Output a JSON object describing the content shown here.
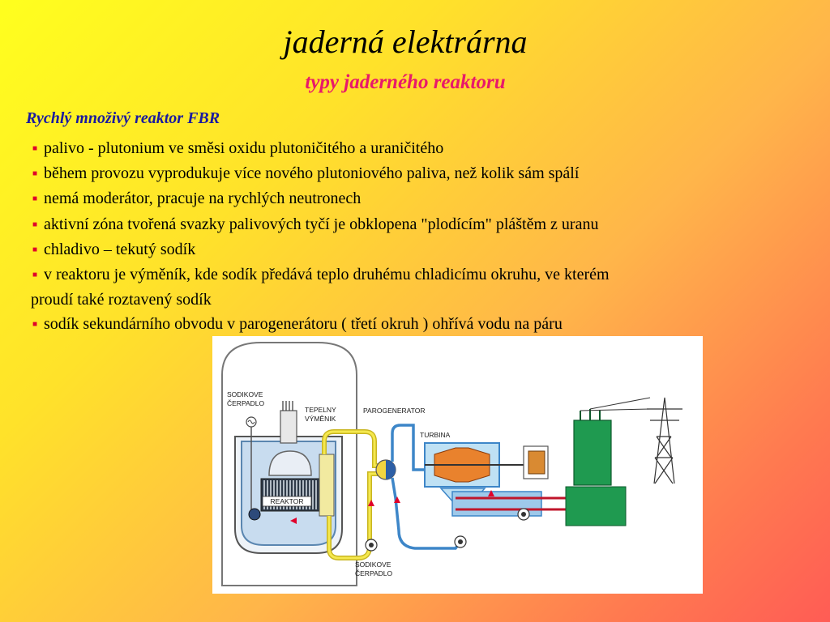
{
  "slide": {
    "title": "jaderná elektrárna",
    "subtitle": "typy jaderného reaktoru",
    "heading": "Rychlý množivý reaktor FBR",
    "bullet_marker": "■",
    "bullets": [
      "palivo - plutonium ve směsi oxidu plutoničitého a uraničitého",
      "během provozu vyprodukuje více nového plutoniového paliva, než kolik sám spálí",
      "nemá moderátor, pracuje na rychlých neutronech",
      "aktivní zóna tvořená svazky palivových tyčí je obklopena \"plodícím\" pláštěm z uranu",
      "chladivo – tekutý sodík",
      "v reaktoru je výměník, kde sodík předává teplo druhému chladicímu okruhu, ve kterém",
      "sodík sekundárního obvodu v parogenerátoru ( třetí okruh ) ohřívá vodu na páru"
    ],
    "bullet_continuation": "proudí také roztavený sodík"
  },
  "diagram": {
    "labels": {
      "pump_top_1": "SODIKOVE",
      "pump_top_2": "ČERPADLO",
      "exchanger_1": "TEPELNY",
      "exchanger_2": "VÝMĚNIK",
      "steam_generator": "PAROGENERATOR",
      "turbine": "TURBINA",
      "reactor": "REAKTOR",
      "pump_bottom_1": "SODIKOVE",
      "pump_bottom_2": "ČERPADLO"
    }
  },
  "colors": {
    "subtitle": "#e8196a",
    "heading": "#1a1aa0",
    "bullet": "#e0002a",
    "primary_loop": "#3d86c8",
    "secondary_loop": "#e6d84a",
    "generator": "#1f9a50",
    "hot_water": "#c0152a"
  }
}
